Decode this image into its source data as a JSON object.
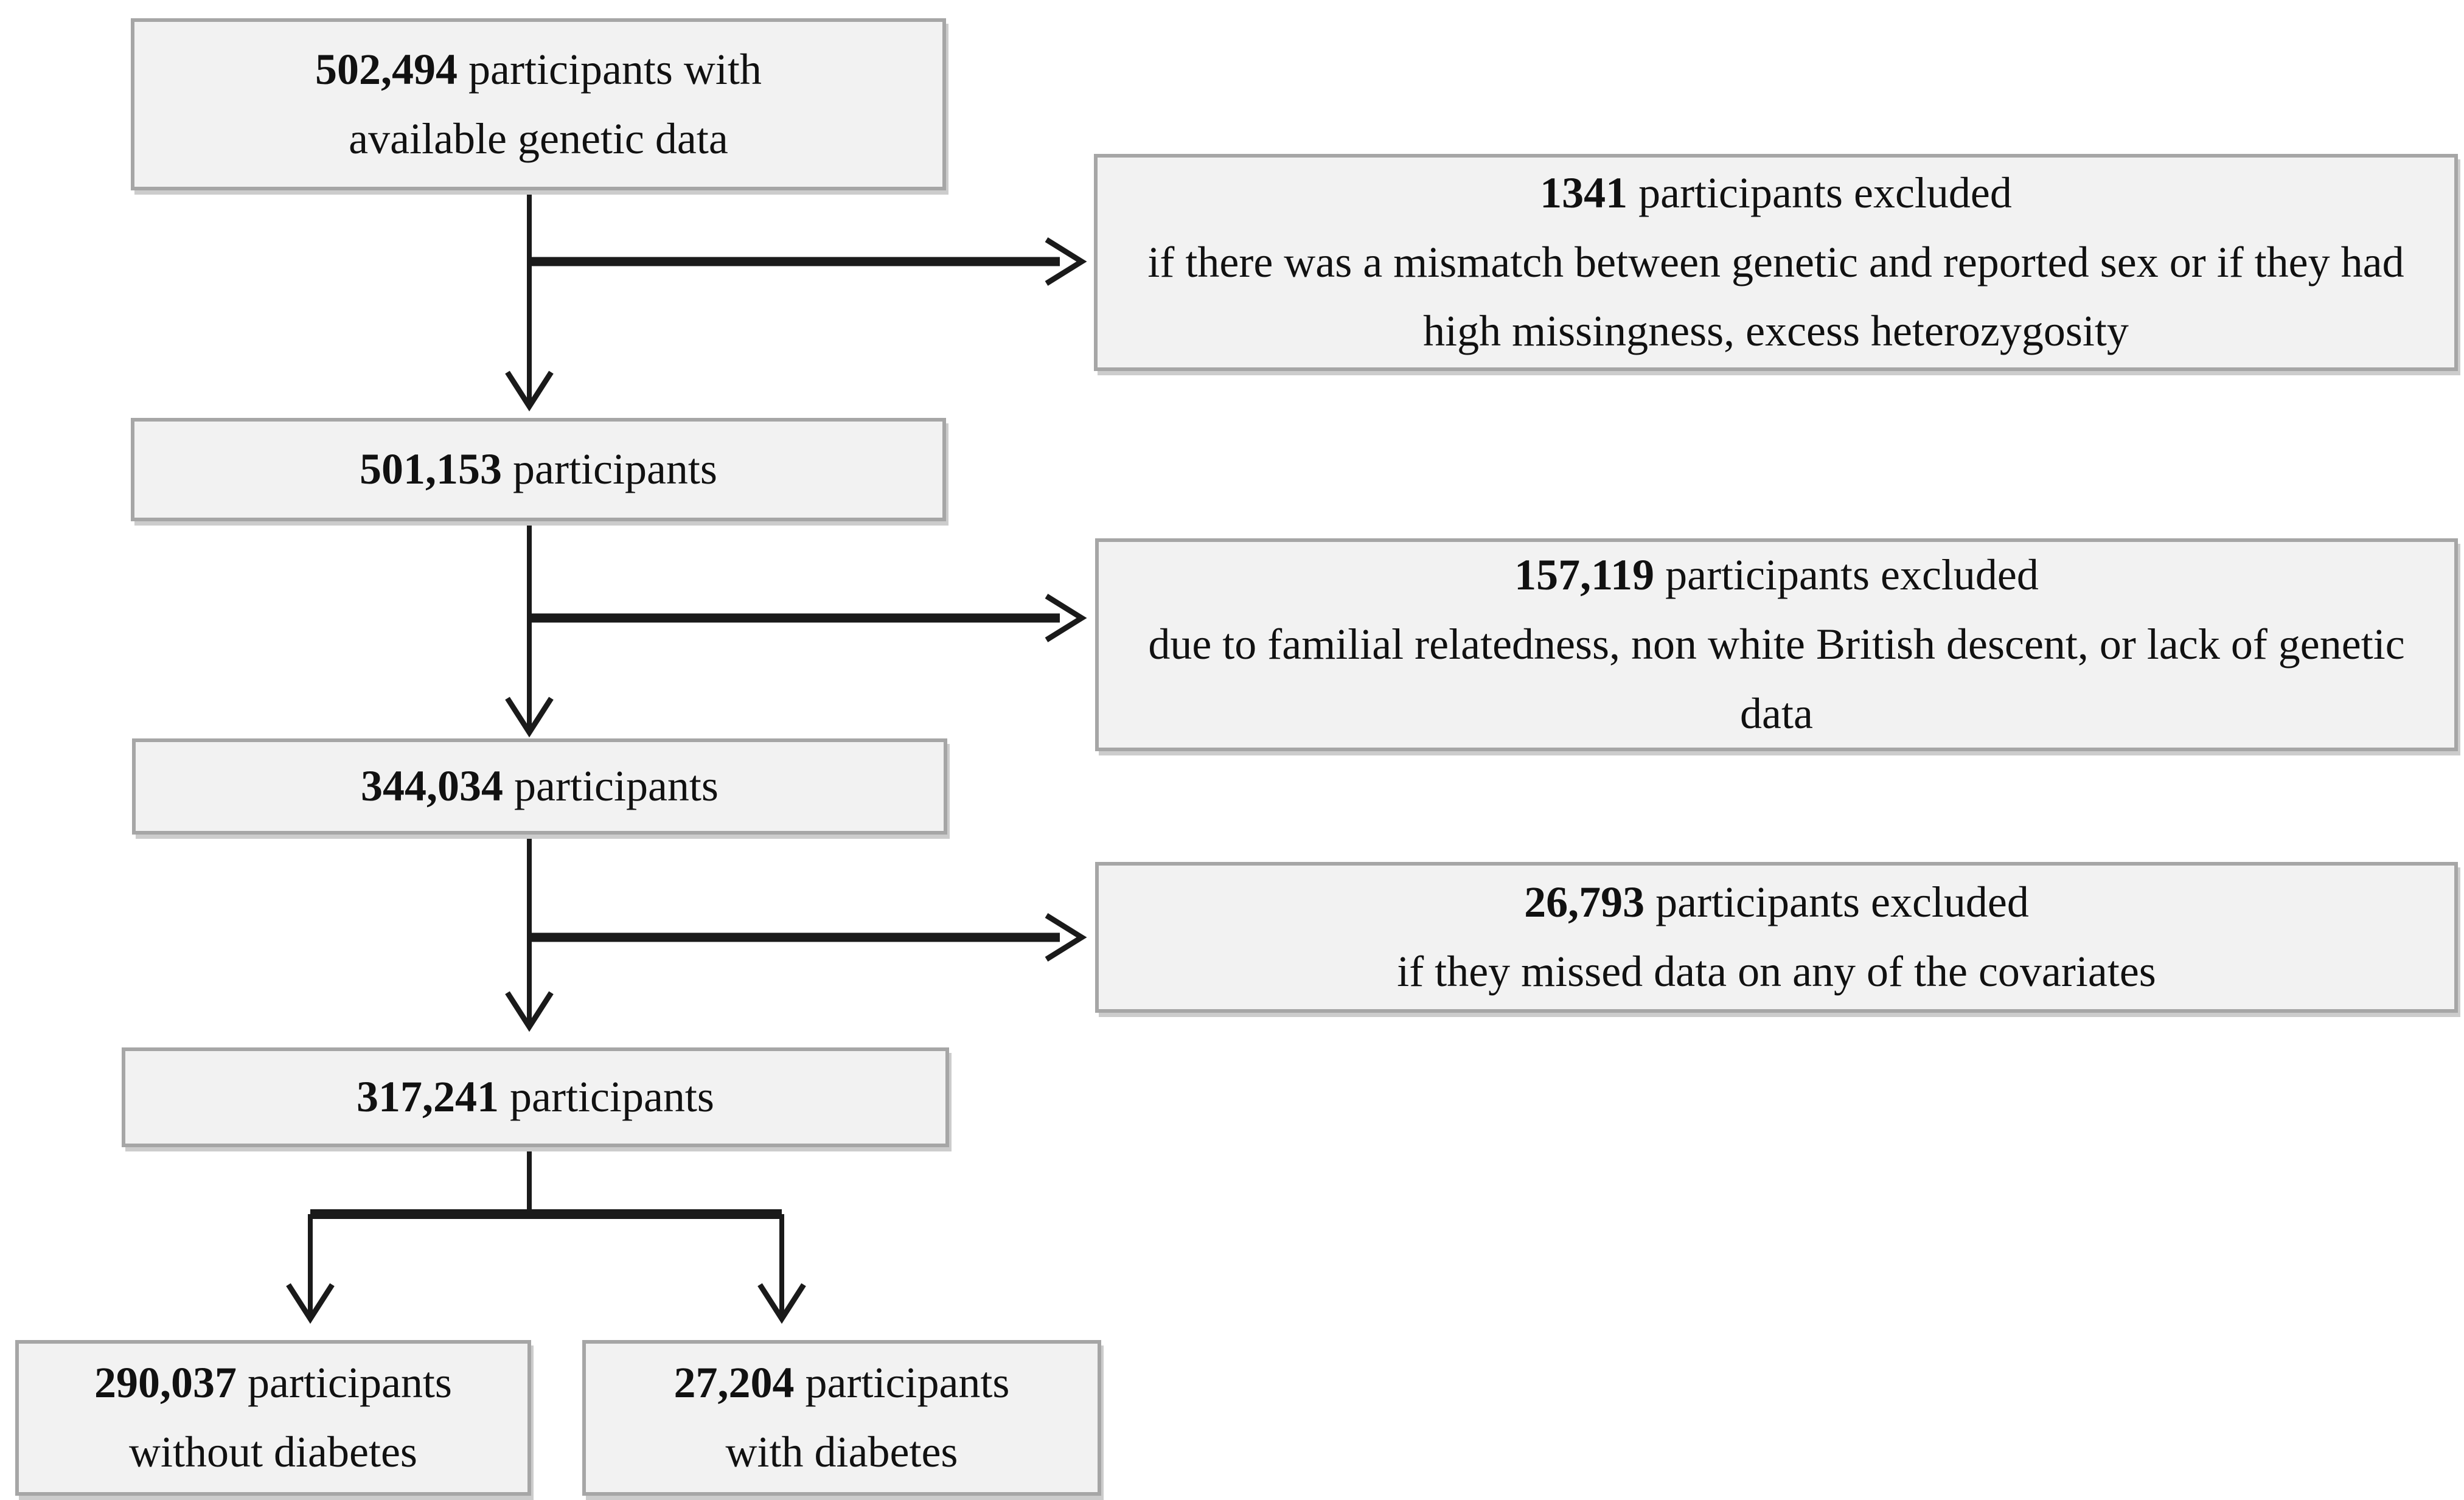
{
  "flow": {
    "nodes": {
      "n1": {
        "count": "502,494",
        "rest": " participants with",
        "line2": "available genetic data"
      },
      "n2": {
        "count": "501,153",
        "rest": " participants"
      },
      "n3": {
        "count": "344,034",
        "rest": " participants"
      },
      "n4": {
        "count": "317,241",
        "rest": " participants"
      },
      "n5": {
        "count": "290,037",
        "rest": " participants",
        "line2": "without diabetes"
      },
      "n6": {
        "count": "27,204",
        "rest": " participants",
        "line2": "with diabetes"
      }
    },
    "exclusions": {
      "e1": {
        "count": "1341",
        "rest": " participants excluded",
        "detail": "if there was a mismatch between genetic and reported sex or if they had high missingness, excess heterozygosity"
      },
      "e2": {
        "count": "157,119",
        "rest": " participants excluded",
        "detail": "due to familial relatedness, non white British descent, or lack of genetic data"
      },
      "e3": {
        "count": "26,793",
        "rest": " participants excluded",
        "detail": "if they missed data on any of the covariates"
      }
    },
    "colors": {
      "box_fill": "#f2f2f2",
      "box_border": "#a6a6a6",
      "connector": "#1a1a1a"
    }
  }
}
